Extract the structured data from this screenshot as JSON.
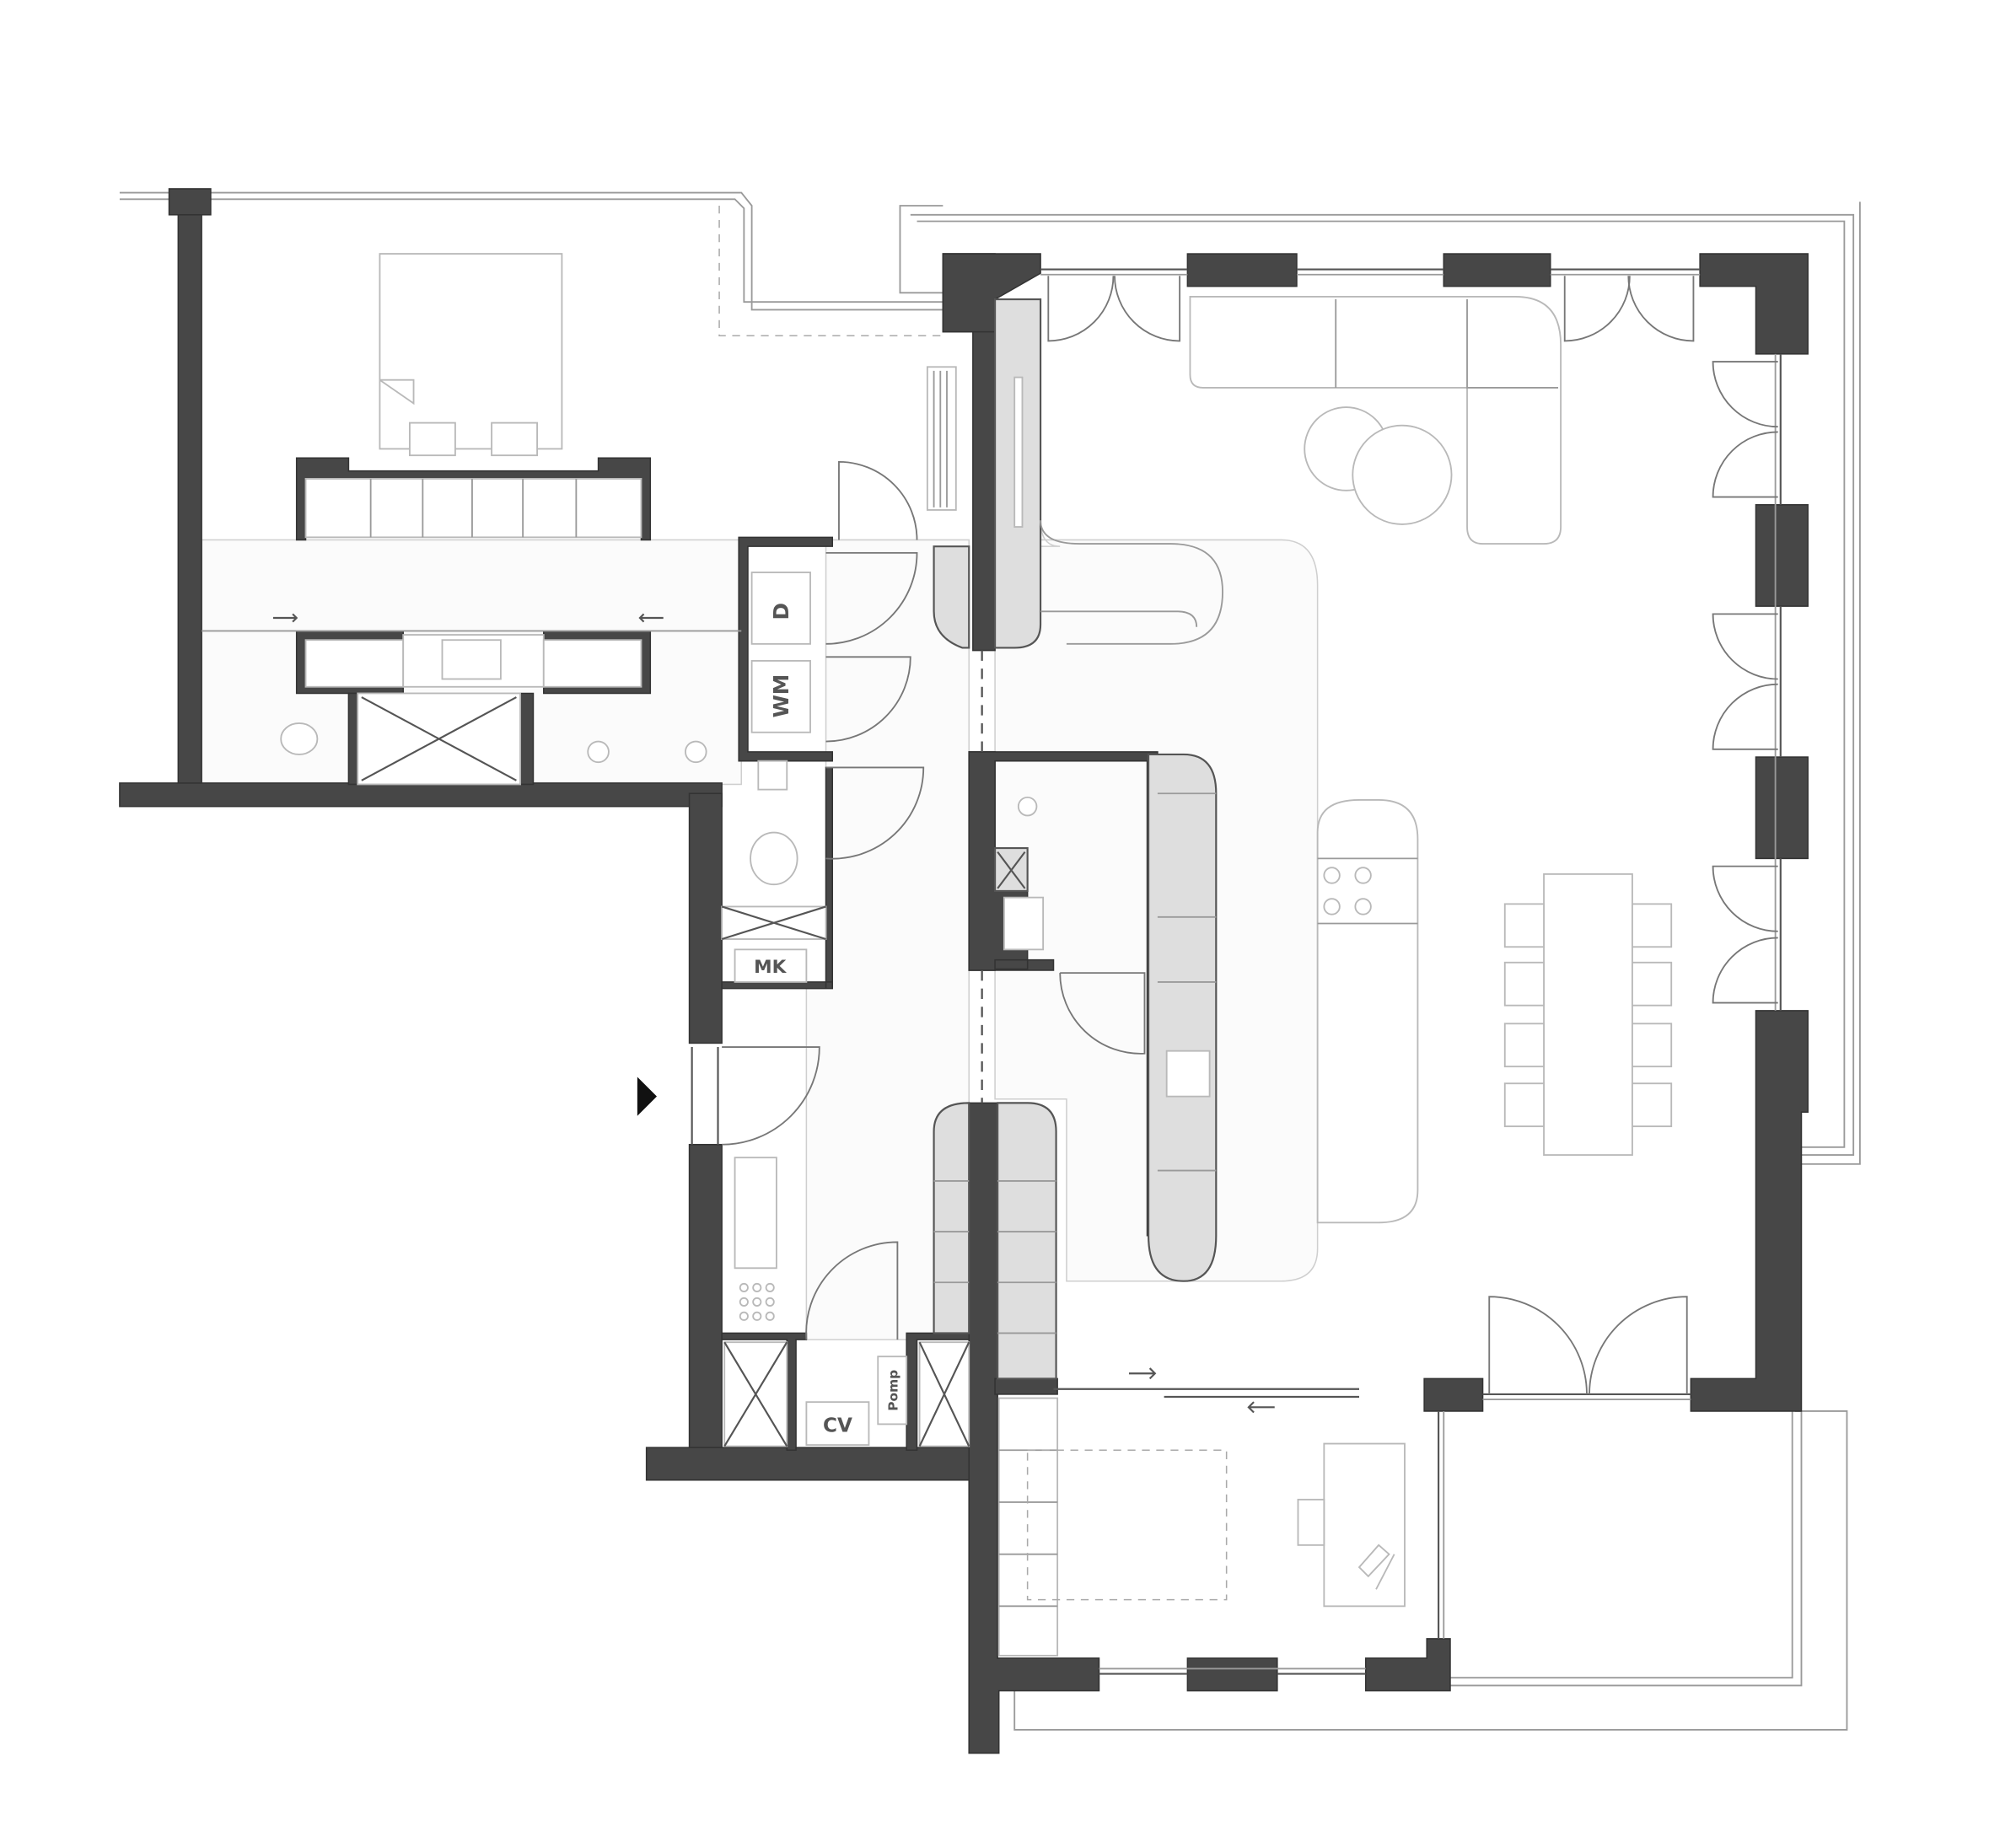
{
  "plan": {
    "labels": {
      "dryer": "D",
      "washer": "WM",
      "meter_cupboard": "MK",
      "boiler": "CV",
      "pump": "Pomp"
    },
    "colors": {
      "wall": "#474747",
      "furniture_line": "#b9b9b9",
      "cabinet_fill": "#dedede",
      "background": "#ffffff"
    }
  }
}
